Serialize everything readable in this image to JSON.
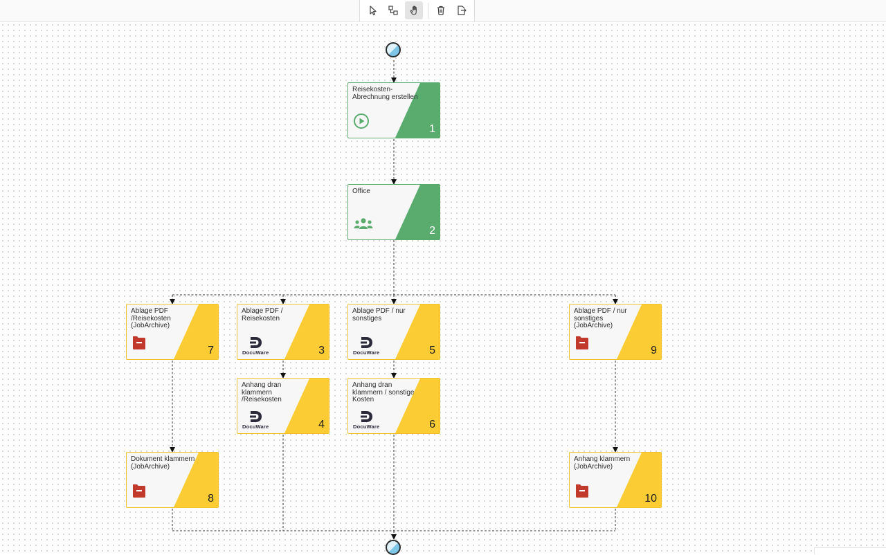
{
  "toolbar": {
    "tools": [
      {
        "name": "pointer",
        "icon": "cursor-arrow-icon"
      },
      {
        "name": "connect",
        "icon": "node-connect-icon"
      },
      {
        "name": "pan",
        "icon": "hand-icon",
        "active": true
      },
      {
        "name": "delete",
        "icon": "trash-icon"
      },
      {
        "name": "export",
        "icon": "export-icon"
      }
    ]
  },
  "colors": {
    "green": "#5aac6e",
    "yellow": "#fbcc34",
    "pdf_red": "#c0392b",
    "event_blue": "#7ec6e8"
  },
  "workflow": {
    "start_event": "start-event",
    "end_event": "end-event",
    "nodes": [
      {
        "id": "n1",
        "number": "1",
        "title": "Reisekosten-Abrechnung erstellen",
        "kind": "start",
        "color": "green",
        "icon": "play-circle-icon"
      },
      {
        "id": "n2",
        "number": "2",
        "title": "Office",
        "kind": "group",
        "color": "green",
        "icon": "users-group-icon"
      },
      {
        "id": "n7",
        "number": "7",
        "title": "Ablage PDF /Reisekosten (JobArchive)",
        "color": "yellow",
        "icon": "pdf-archive-icon"
      },
      {
        "id": "n3",
        "number": "3",
        "title": "Ablage PDF / Reisekosten",
        "color": "yellow",
        "icon": "docuware-logo",
        "logo_text": "DocuWare"
      },
      {
        "id": "n5",
        "number": "5",
        "title": "Ablage PDF / nur sonstiges",
        "color": "yellow",
        "icon": "docuware-logo",
        "logo_text": "DocuWare"
      },
      {
        "id": "n9",
        "number": "9",
        "title": "Ablage PDF / nur sonstiges (JobArchive)",
        "color": "yellow",
        "icon": "pdf-archive-icon"
      },
      {
        "id": "n4",
        "number": "4",
        "title": "Anhang dran klammern /Reisekosten",
        "color": "yellow",
        "icon": "docuware-logo",
        "logo_text": "DocuWare"
      },
      {
        "id": "n6",
        "number": "6",
        "title": "Anhang dran klammern / sonstige Kosten",
        "color": "yellow",
        "icon": "docuware-logo",
        "logo_text": "DocuWare"
      },
      {
        "id": "n8",
        "number": "8",
        "title": "Dokument klammern (JobArchive)",
        "color": "yellow",
        "icon": "pdf-archive-icon"
      },
      {
        "id": "n10",
        "number": "10",
        "title": "Anhang klammern (JobArchive)",
        "color": "yellow",
        "icon": "pdf-archive-icon"
      }
    ]
  }
}
